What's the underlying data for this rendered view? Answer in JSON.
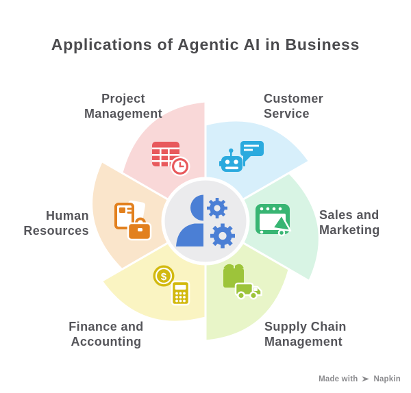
{
  "title": "Applications of Agentic AI in Business",
  "colors": {
    "background": "#ffffff",
    "title_text": "#4b4b4e",
    "label_text": "#55555a",
    "center_circle": "#ebebed",
    "center_icon": "#4b7fd5",
    "badge_text": "#8b8b8e"
  },
  "center_icon": "person-with-gears",
  "segments": [
    {
      "label_lines": [
        "Project",
        "Management"
      ],
      "color": "#f9d8d8",
      "icon_color": "#e8595c",
      "icon": "calendar-clock"
    },
    {
      "label_lines": [
        "Customer",
        "Service"
      ],
      "color": "#d7effb",
      "icon_color": "#2baade",
      "icon": "chatbot-speech-bubble"
    },
    {
      "label_lines": [
        "Sales and",
        "Marketing"
      ],
      "color": "#d8f4e4",
      "icon_color": "#38b573",
      "icon": "browser-megaphone"
    },
    {
      "label_lines": [
        "Supply Chain",
        "Management"
      ],
      "color": "#e8f5c8",
      "icon_color": "#9dc43a",
      "icon": "package-truck"
    },
    {
      "label_lines": [
        "Finance and",
        "Accounting"
      ],
      "color": "#faf4c2",
      "icon_color": "#d2b90f",
      "icon": "coin-calculator"
    },
    {
      "label_lines": [
        "Human",
        "Resources"
      ],
      "color": "#fae5cb",
      "icon_color": "#e2801e",
      "icon": "documents-briefcase"
    }
  ],
  "glyphs": {
    "dollar": "$"
  },
  "badge": {
    "made_with": "Made with",
    "brand": "Napkin"
  }
}
